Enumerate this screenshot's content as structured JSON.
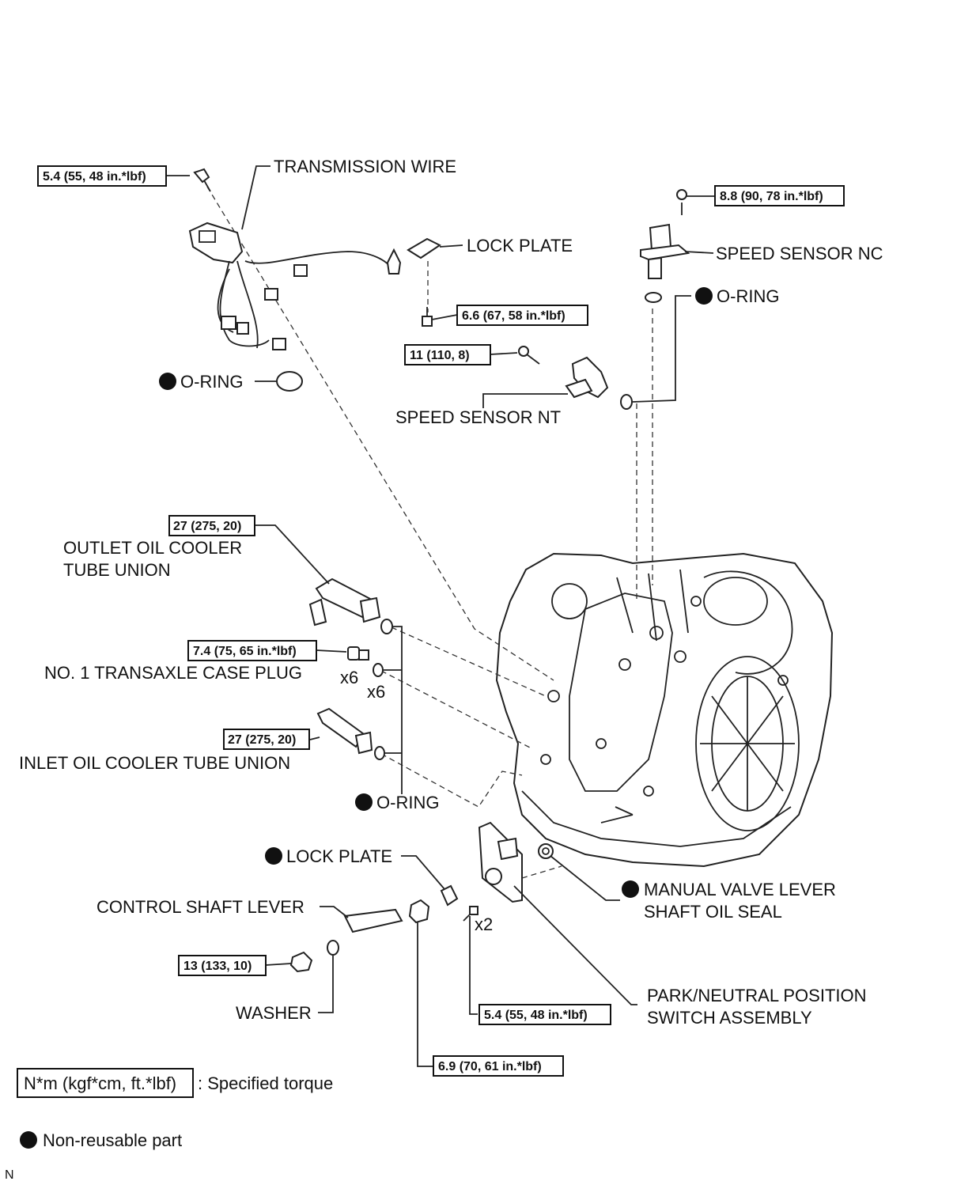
{
  "labels": {
    "transmission_wire": "TRANSMISSION WIRE",
    "lock_plate_top": "LOCK PLATE",
    "speed_sensor_nc": "SPEED SENSOR NC",
    "o_ring_right": "O-RING",
    "o_ring_left": "O-RING",
    "speed_sensor_nt": "SPEED SENSOR NT",
    "outlet_union_line1": "OUTLET OIL COOLER",
    "outlet_union_line2": "TUBE UNION",
    "case_plug": "NO. 1 TRANSAXLE CASE PLUG",
    "x6_plug": "x6",
    "x6_oring": "x6",
    "inlet_union": "INLET OIL COOLER TUBE UNION",
    "o_ring_bottom": "O-RING",
    "lock_plate_bottom": "LOCK PLATE",
    "control_shaft_lever": "CONTROL SHAFT LEVER",
    "washer": "WASHER",
    "x2": "x2",
    "manual_valve_line1": "MANUAL VALVE LEVER",
    "manual_valve_line2": "SHAFT OIL SEAL",
    "park_switch_line1": "PARK/NEUTRAL POSITION",
    "park_switch_line2": "SWITCH ASSEMBLY"
  },
  "torques": {
    "transmission_wire_bolt": "5.4 (55, 48 in.*lbf)",
    "speed_sensor_nc_bolt": "8.8 (90, 78 in.*lbf)",
    "lock_plate_bolt": "6.6 (67, 58 in.*lbf)",
    "speed_sensor_nt_bolt": "11 (110, 8)",
    "outlet_union": "27 (275, 20)",
    "case_plug": "7.4 (75, 65 in.*lbf)",
    "inlet_union": "27 (275, 20)",
    "lever_nut": "13 (133, 10)",
    "switch_bolt": "5.4 (55, 48 in.*lbf)",
    "switch_nut": "6.9 (70, 61 in.*lbf)"
  },
  "legend": {
    "torque_box": "N*m (kgf*cm, ft.*lbf)",
    "torque_text": ": Specified torque",
    "nonreusable_text": "Non-reusable part"
  },
  "corner_code": "N"
}
